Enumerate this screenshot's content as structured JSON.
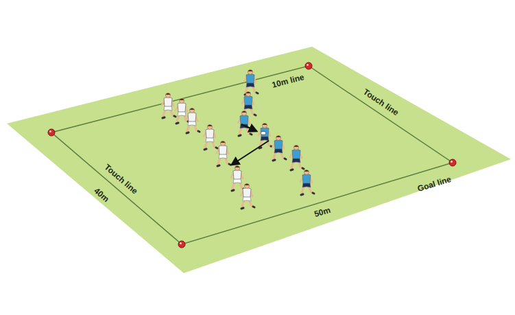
{
  "diagram": {
    "labels": [
      "10m line",
      "Touch line",
      "Touch line",
      "40m",
      "Goal line",
      "50m"
    ]
  }
}
